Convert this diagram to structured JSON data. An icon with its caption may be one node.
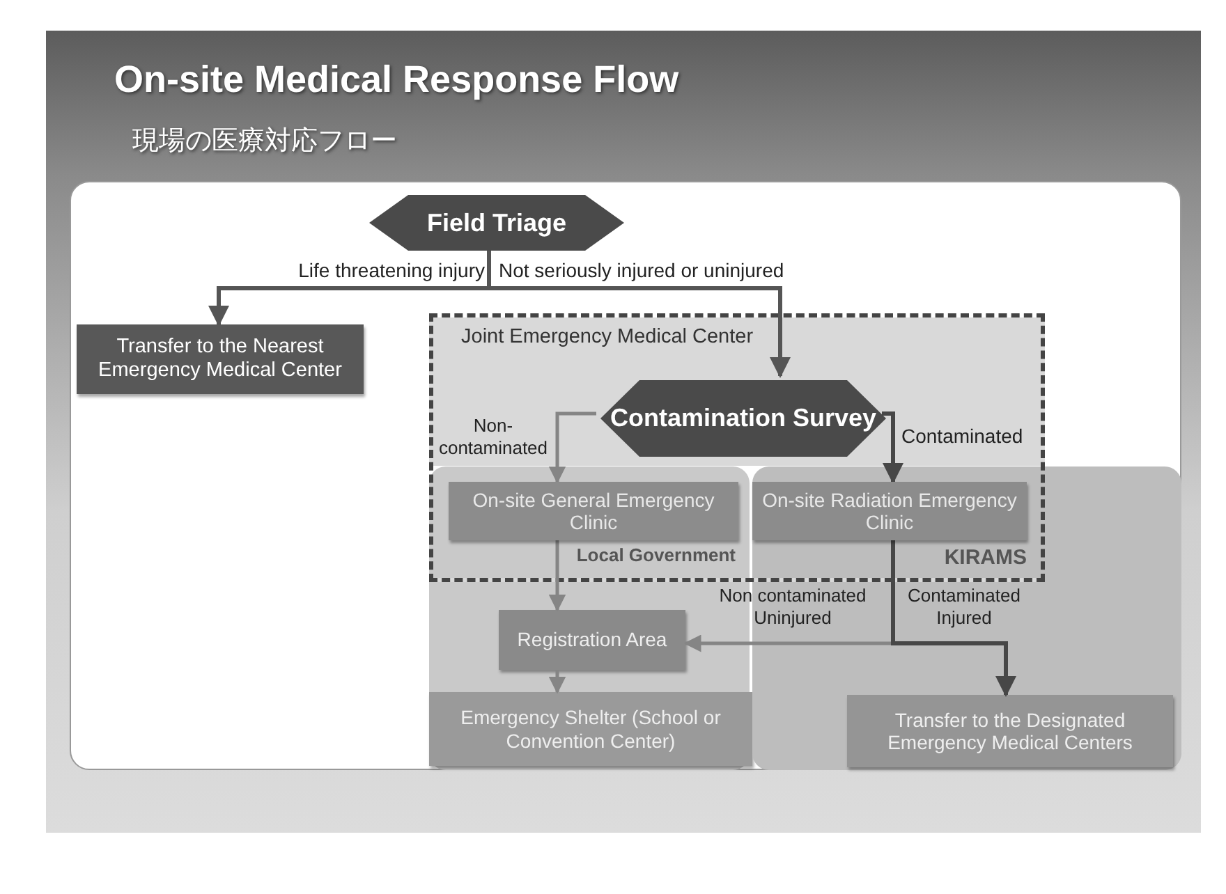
{
  "diagram": {
    "title": "On-site Medical Response Flow",
    "nodes": [
      {
        "text": [
          "Field Triage"
        ]
      },
      {
        "text": [
          "Transfer to the Nearest Emergency Medical Center"
        ]
      },
      {
        "text": [
          "Joint Emergency Medical Center"
        ]
      },
      {
        "text": [
          "Contamination Survey"
        ],
        "in": 2
      },
      {
        "text": [
          "Local Government"
        ]
      },
      {
        "text": [
          "KIRAMS"
        ]
      },
      {
        "text": [
          "On-site General Emergency Clinic"
        ]
      },
      {
        "text": [
          "On-site Radiation Emergency Clinic"
        ]
      },
      {
        "text": [
          "Registration Area"
        ],
        "in": 4
      },
      {
        "text": [
          "Emergency Shelter (School or Convention Center)"
        ],
        "in": 4
      },
      {
        "text": [
          "Transfer to the Designated Emergency Medical Centers"
        ],
        "in": 5
      }
    ],
    "edges": [
      {
        "from": 0,
        "to": 1,
        "arrow": "to",
        "label": "Life threatening injury",
        "color": "#555555"
      },
      {
        "from": 0,
        "to": 3,
        "arrow": "to",
        "label": "Not seriously injured or uninjured",
        "color": "#555555"
      },
      {
        "from": 3,
        "to": 6,
        "arrow": "to",
        "label": "Non- contaminated"
      },
      {
        "from": 3,
        "to": 7,
        "arrow": "to",
        "label": "Contaminated",
        "color": "#474747"
      },
      {
        "from": 6,
        "to": 8,
        "arrow": "to"
      },
      {
        "from": 7,
        "to": 8,
        "arrow": "to",
        "label": "Non contaminated Uninjured"
      },
      {
        "from": 7,
        "to": 10,
        "arrow": "to",
        "label": "Contaminated Injured",
        "color": "#474747"
      },
      {
        "from": 8,
        "to": 9,
        "arrow": "to"
      }
    ],
    "labels": [
      "現場の医療対応フロー"
    ]
  }
}
